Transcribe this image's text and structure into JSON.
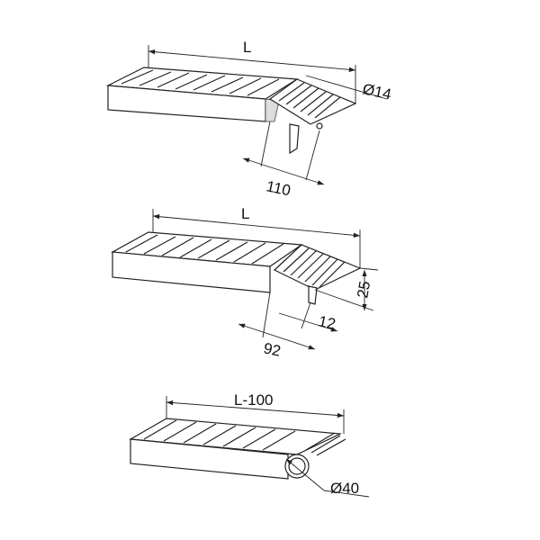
{
  "diagrams": [
    {
      "name": "ramp-with-pin",
      "labels": {
        "length": "L",
        "pin_diameter": "Ø14",
        "offset": "110"
      }
    },
    {
      "name": "ramp-with-lip",
      "labels": {
        "length": "L",
        "height": "25",
        "lip": "12",
        "offset": "92"
      }
    },
    {
      "name": "ramp-with-roller",
      "labels": {
        "length": "L-100",
        "roller_diameter": "Ø40"
      }
    }
  ]
}
